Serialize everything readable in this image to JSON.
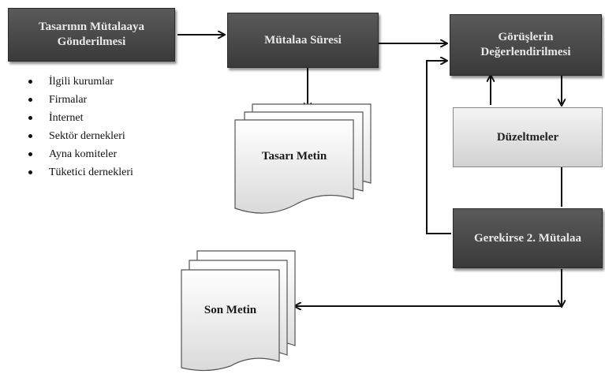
{
  "diagram": {
    "boxes": {
      "send_for_review": "Tasarının Mütalaaya\nGönderilmesi",
      "review_period": "Mütalaa Süresi",
      "evaluation": "Görüşlerin\nDeğerlendirilmesi",
      "corrections": "Düzeltmeler",
      "second_review": "Gerekirse 2. Mütalaa"
    },
    "documents": {
      "draft_text": "Tasarı Metin",
      "final_text": "Son Metin"
    },
    "recipients": [
      "İlgili kurumlar",
      "Firmalar",
      "İnternet",
      "Sektör dernekleri",
      "Ayna komiteler",
      "Tüketici dernekleri"
    ]
  }
}
